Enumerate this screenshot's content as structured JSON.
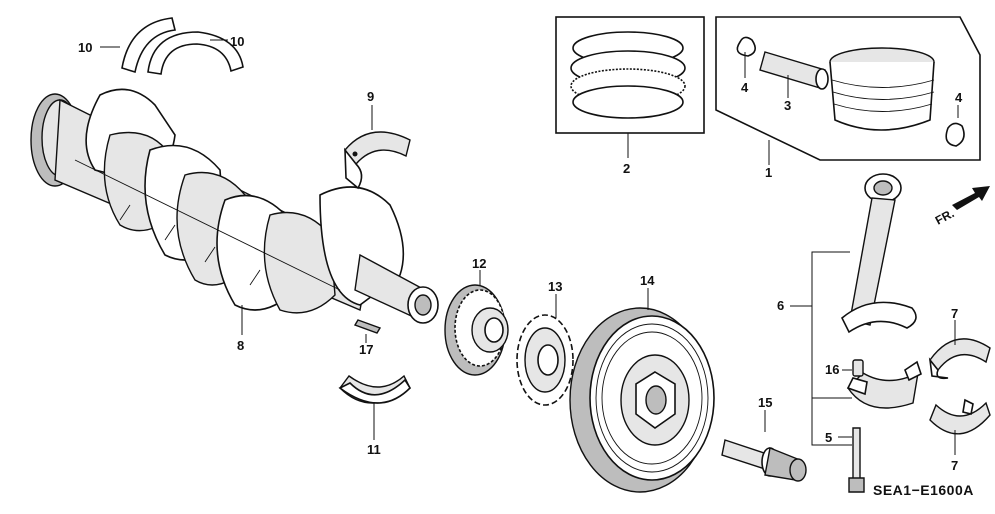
{
  "diagram_code": "SEA1−E1600A",
  "direction_label": "FR.",
  "callouts": {
    "c1": "1",
    "c2": "2",
    "c3": "3",
    "c4a": "4",
    "c4b": "4",
    "c5": "5",
    "c6": "6",
    "c7a": "7",
    "c7b": "7",
    "c8": "8",
    "c9": "9",
    "c10a": "10",
    "c10b": "10",
    "c11": "11",
    "c12": "12",
    "c13": "13",
    "c14": "14",
    "c15": "15",
    "c16": "16",
    "c17": "17"
  }
}
